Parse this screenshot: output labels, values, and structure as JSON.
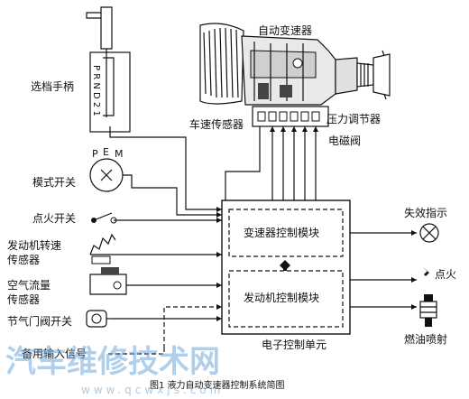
{
  "labels": {
    "transmission": "自动变速器",
    "shifter": "选档手柄",
    "mode_switch": "模式开关",
    "ignition_switch": "点火开关",
    "engine_speed_sensor_1": "发动机转速",
    "engine_speed_sensor_2": "传感器",
    "airflow_sensor_1": "空气流量",
    "airflow_sensor_2": "传感器",
    "throttle_switch": "节气门阀开关",
    "spare_input": "备用输入信号",
    "vss": "车速传感器",
    "pressure_regulator": "压力调节器",
    "solenoid": "电磁阀",
    "tcm": "变速器控制模块",
    "ecm": "发动机控制模块",
    "ecu": "电子控制单元",
    "fault_indicator": "失效指示",
    "ignition": "点火",
    "injection": "燃油喷射",
    "caption": "图1  液力自动变速器控制系统简图",
    "mode_letters": [
      "P",
      "E",
      "M"
    ],
    "shift_letters": "P R N D 2 1"
  },
  "watermark": {
    "text_cn": "汽车维修技术网",
    "url": "www.qcwxjs.com"
  }
}
